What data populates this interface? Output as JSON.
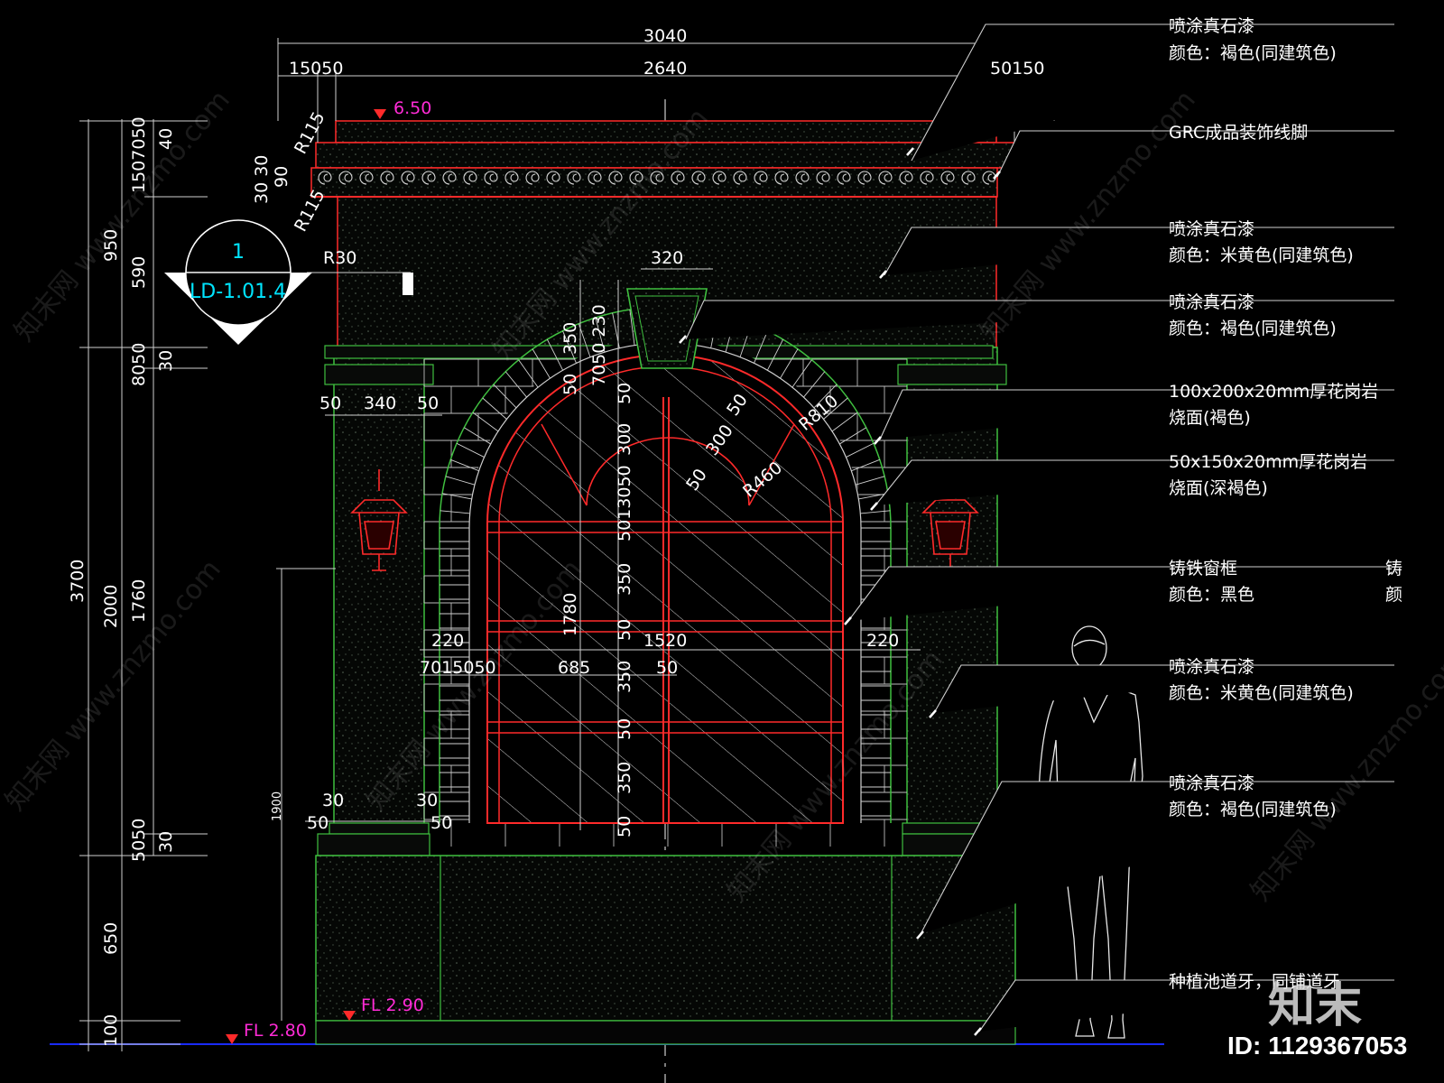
{
  "drawing": {
    "dims_top": {
      "overall": "3040",
      "left_parts": "15050",
      "middle": "2640",
      "right_parts": "50150"
    },
    "dims_left": {
      "total": "3700",
      "d2000": "2000",
      "d950": "950",
      "d1760": "1760",
      "d650": "650",
      "d100": "100",
      "d590": "590",
      "d1507050": "1507050",
      "d40": "40",
      "d8050": "8050",
      "d30a": "30",
      "d5050": "5050",
      "d30b": "30",
      "d1900": "1900"
    },
    "dims_cornice": {
      "r115a": "R115",
      "r115b": "R115",
      "d3030": "30 30",
      "d90": "90",
      "r30": "R30"
    },
    "dims_pier": {
      "d50a": "50",
      "d340": "340",
      "d50b": "50",
      "d30l": "30",
      "d50l": "50",
      "d30r": "30",
      "d50r": "50"
    },
    "dims_center": {
      "d320": "320",
      "d350a": "350",
      "d7050230": "7050 230",
      "d50a": "50",
      "d300": "300",
      "d5013050": "5013050",
      "d350b": "350",
      "d1780": "1780",
      "d50b": "50",
      "d350c": "350",
      "d50c": "50",
      "d350d": "350",
      "d50d": "50"
    },
    "dims_arch": {
      "r810": "R810",
      "r460": "R460",
      "d50a": "50",
      "d300": "300",
      "d50b": "50"
    },
    "dims_window": {
      "d220l": "220",
      "d1520": "1520",
      "d220r": "220",
      "d7015050": "7015050",
      "d685": "685",
      "d50": "50"
    },
    "levels": {
      "top": "6.50",
      "fl_ground": "FL 2.80",
      "fl_base": "FL 2.90"
    },
    "detail_tag": {
      "number": "1",
      "sheet": "LD-1.01.4"
    },
    "notes": [
      {
        "line1": "喷涂真石漆",
        "line2": "颜色：褐色(同建筑色)"
      },
      {
        "line1": "GRC成品装饰线脚",
        "line2": ""
      },
      {
        "line1": "喷涂真石漆",
        "line2": "颜色：米黄色(同建筑色)"
      },
      {
        "line1": "喷涂真石漆",
        "line2": "颜色：褐色(同建筑色)"
      },
      {
        "line1": "100x200x20mm厚花岗岩",
        "line2": "烧面(褐色)"
      },
      {
        "line1": "50x150x20mm厚花岗岩",
        "line2": "烧面(深褐色)"
      },
      {
        "line1": "铸铁窗框",
        "line2": "颜色：黑色"
      },
      {
        "line1": "喷涂真石漆",
        "line2": "颜色：米黄色(同建筑色)"
      },
      {
        "line1": "喷涂真石漆",
        "line2": "颜色：褐色(同建筑色)"
      },
      {
        "line1": "种植池道牙，同铺道牙",
        "line2": ""
      }
    ],
    "cut_text": {
      "a": "铸",
      "b": "颜"
    },
    "watermark": {
      "site": "知末网 www.znzmo.com",
      "brand": "知末",
      "image_id": "ID: 1129367053"
    },
    "colors": {
      "background": "#000000",
      "outline": "#3fbf3f",
      "frame": "#ff2a2a",
      "masonry": "#d0d0d0",
      "dimension": "#ffffff",
      "level": "#ff2bd6",
      "tag": "#00e5ff",
      "ground": "#1a2bff"
    }
  }
}
